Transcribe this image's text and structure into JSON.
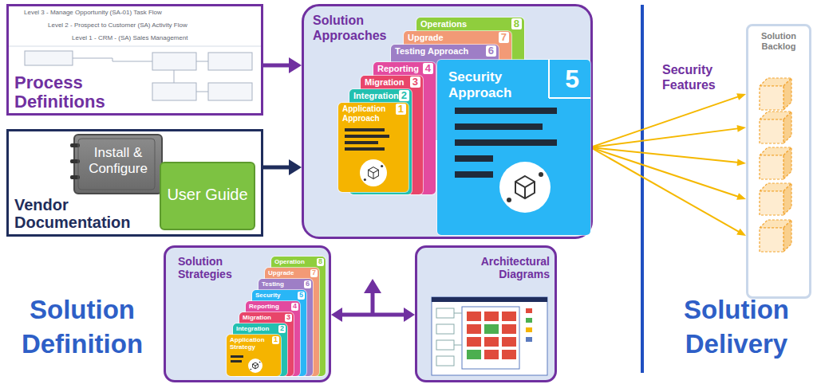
{
  "diagram": {
    "nodes": [
      {
        "text": [
          "Process Definitions"
        ]
      },
      {
        "text": [
          "Vendor Documentation"
        ]
      },
      {
        "text": [
          "Install & Configure"
        ],
        "in": 1
      },
      {
        "text": [
          "User Guide"
        ],
        "in": 1
      },
      {
        "text": [
          "Solution Approaches"
        ]
      },
      {
        "text": [
          "Application Approach",
          "1"
        ],
        "in": 4
      },
      {
        "text": [
          "Integration",
          "2"
        ],
        "in": 4
      },
      {
        "text": [
          "Migration",
          "3"
        ],
        "in": 4
      },
      {
        "text": [
          "Reporting",
          "4"
        ],
        "in": 4
      },
      {
        "text": [
          "Security Approach",
          "5"
        ],
        "in": 4
      },
      {
        "text": [
          "Testing Approach",
          "6"
        ],
        "in": 4
      },
      {
        "text": [
          "Upgrade",
          "7"
        ],
        "in": 4
      },
      {
        "text": [
          "Operations",
          "8"
        ],
        "in": 4
      },
      {
        "text": [
          "Solution Strategies"
        ]
      },
      {
        "text": [
          "Application Strategy",
          "1"
        ],
        "in": 13
      },
      {
        "text": [
          "Integration",
          "2"
        ],
        "in": 13
      },
      {
        "text": [
          "Migration",
          "3"
        ],
        "in": 13
      },
      {
        "text": [
          "Reporting",
          "4"
        ],
        "in": 13
      },
      {
        "text": [
          "Security",
          "5"
        ],
        "in": 13
      },
      {
        "text": [
          "Testing",
          "6"
        ],
        "in": 13
      },
      {
        "text": [
          "Upgrade",
          "7"
        ],
        "in": 13
      },
      {
        "text": [
          "Operation",
          "8"
        ],
        "in": 13
      },
      {
        "text": [
          "Architectural Diagrams"
        ]
      },
      {
        "text": [
          "Solution Backlog"
        ]
      }
    ],
    "edges": [
      {
        "from": 0,
        "to": 4,
        "arrow": "to"
      },
      {
        "from": 1,
        "to": 4,
        "arrow": "to"
      },
      {
        "from": 13,
        "to": 22,
        "arrow": "both"
      },
      {
        "from": 9,
        "to": 23,
        "arrow": "to"
      },
      {
        "from": 9,
        "to": 23,
        "arrow": "to"
      },
      {
        "from": 9,
        "to": 23,
        "arrow": "to"
      },
      {
        "from": 9,
        "to": 23,
        "arrow": "to"
      },
      {
        "from": 9,
        "to": 23,
        "arrow": "to"
      }
    ],
    "labels": [
      "Level 3 - Manage Opportunity (SA-01) Task Flow",
      "Level 2 - Prospect to Customer (SA) Activity Flow",
      "Level 1 - CRM - (SA) Sales Management",
      "Security Features",
      "Solution Definition",
      "Solution Delivery"
    ]
  }
}
